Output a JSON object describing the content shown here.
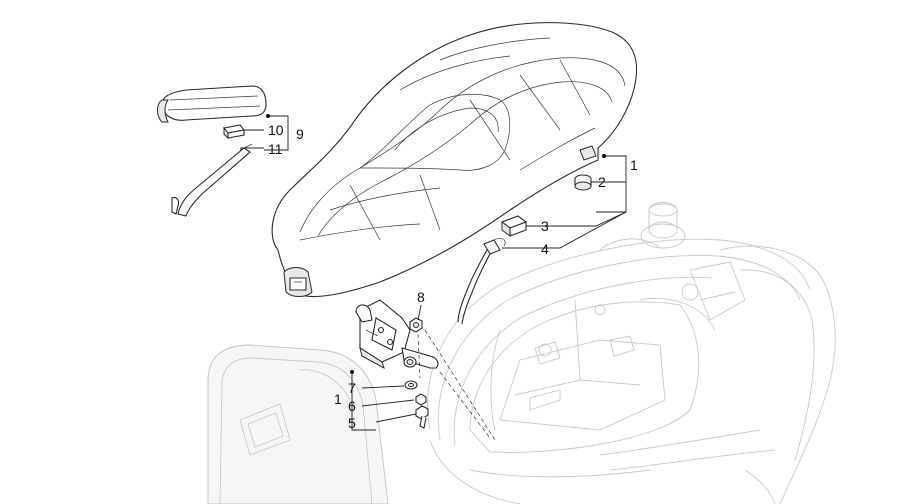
{
  "callouts": {
    "c1_top": "1",
    "c2": "2",
    "c3": "3",
    "c4": "4",
    "c5": "5",
    "c6": "6",
    "c7": "7",
    "c8": "8",
    "c9": "9",
    "c10": "10",
    "c11": "11",
    "c1_bottom": "1"
  }
}
